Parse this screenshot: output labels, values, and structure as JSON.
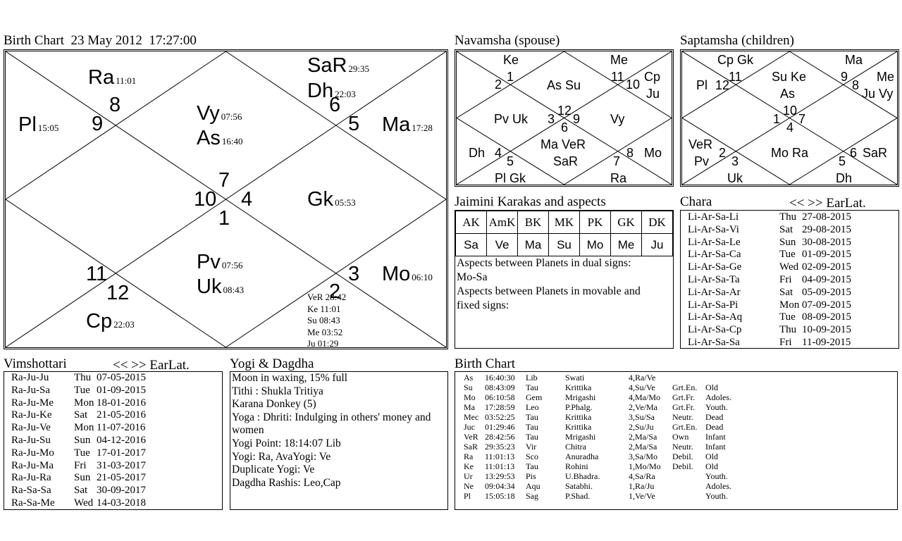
{
  "birth_chart": {
    "title": "Birth Chart  23 May 2012  17:27:00",
    "planets": {
      "ra": {
        "name": "Ra",
        "deg": "11:01"
      },
      "sar": {
        "name": "SaR",
        "deg": "29:35"
      },
      "dh": {
        "name": "Dh",
        "deg": "22:03"
      },
      "pl": {
        "name": "Pl",
        "deg": "15:05"
      },
      "vy": {
        "name": "Vy",
        "deg": "07:56"
      },
      "as": {
        "name": "As",
        "deg": "16:40"
      },
      "ma": {
        "name": "Ma",
        "deg": "17:28"
      },
      "gk": {
        "name": "Gk",
        "deg": "05:53"
      },
      "pv": {
        "name": "Pv",
        "deg": "07:56"
      },
      "uk": {
        "name": "Uk",
        "deg": "08:43"
      },
      "mo": {
        "name": "Mo",
        "deg": "06:10"
      },
      "cp": {
        "name": "Cp",
        "deg": "22:03"
      }
    },
    "houses": [
      "8",
      "9",
      "6",
      "5",
      "7",
      "10",
      "4",
      "1",
      "11",
      "12",
      "3",
      "2"
    ],
    "small_list": [
      "VeR 28:42",
      "Ke 11:01",
      "Su 08:43",
      "Me 03:52",
      "Ju 01:29"
    ]
  },
  "navamsha": {
    "title": "Navamsha (spouse)",
    "labels": [
      "Ke",
      "Me",
      "1",
      "2",
      "11",
      "10",
      "Cp",
      "Ju",
      "As Su",
      "Pv Uk",
      "12",
      "3",
      "9",
      "6",
      "Vy",
      "Ma VeR",
      "SaR",
      "Dh",
      "4",
      "5",
      "7",
      "8",
      "Mo",
      "Pl Gk",
      "Ra"
    ]
  },
  "saptamsha": {
    "title": "Saptamsha (children)",
    "labels": [
      "Cp Gk",
      "Ma",
      "11",
      "Pl",
      "12",
      "Su Ke",
      "As",
      "9",
      "8",
      "Me",
      "Ju Vy",
      "10",
      "1",
      "7",
      "4",
      "VeR",
      "Pv",
      "2",
      "3",
      "Mo Ra",
      "5",
      "6",
      "SaR",
      "Uk",
      "Dh"
    ]
  },
  "jaimini": {
    "title": "Jaimini Karakas and aspects",
    "headers": [
      "AK",
      "AmK",
      "BK",
      "MK",
      "PK",
      "GK",
      "DK"
    ],
    "values": [
      "Sa",
      "Ve",
      "Ma",
      "Su",
      "Mo",
      "Me",
      "Ju"
    ],
    "aspects": [
      "Aspects between Planets in dual signs:",
      "Mo-Sa",
      "Aspects between Planets in movable and",
      "fixed signs:"
    ]
  },
  "chara": {
    "title": "Chara",
    "nav": "<< >> EarLat.",
    "rows": [
      [
        "Li-Ar-Sa-Li",
        "Thu",
        "27-08-2015"
      ],
      [
        "Li-Ar-Sa-Vi",
        "Sat",
        "29-08-2015"
      ],
      [
        "Li-Ar-Sa-Le",
        "Sun",
        "30-08-2015"
      ],
      [
        "Li-Ar-Sa-Ca",
        "Tue",
        "01-09-2015"
      ],
      [
        "Li-Ar-Sa-Ge",
        "Wed",
        "02-09-2015"
      ],
      [
        "Li-Ar-Sa-Ta",
        "Fri",
        "04-09-2015"
      ],
      [
        "Li-Ar-Sa-Ar",
        "Sat",
        "05-09-2015"
      ],
      [
        "Li-Ar-Sa-Pi",
        "Mon",
        "07-09-2015"
      ],
      [
        "Li-Ar-Sa-Aq",
        "Tue",
        "08-09-2015"
      ],
      [
        "Li-Ar-Sa-Cp",
        "Thu",
        "10-09-2015"
      ],
      [
        "Li-Ar-Sa-Sa",
        "Fri",
        "11-09-2015"
      ]
    ]
  },
  "vimshottari": {
    "title": "Vimshottari",
    "nav": "<< >> EarLat.",
    "rows": [
      [
        "Ra-Ju-Ju",
        "Thu",
        "07-05-2015"
      ],
      [
        "Ra-Ju-Sa",
        "Tue",
        "01-09-2015"
      ],
      [
        "Ra-Ju-Me",
        "Mon",
        "18-01-2016"
      ],
      [
        "Ra-Ju-Ke",
        "Sat",
        "21-05-2016"
      ],
      [
        "Ra-Ju-Ve",
        "Mon",
        "11-07-2016"
      ],
      [
        "Ra-Ju-Su",
        "Sun",
        "04-12-2016"
      ],
      [
        "Ra-Ju-Mo",
        "Tue",
        "17-01-2017"
      ],
      [
        "Ra-Ju-Ma",
        "Fri",
        "31-03-2017"
      ],
      [
        "Ra-Ju-Ra",
        "Sun",
        "21-05-2017"
      ],
      [
        "Ra-Sa-Sa",
        "Sat",
        "30-09-2017"
      ],
      [
        "Ra-Sa-Me",
        "Wed",
        "14-03-2018"
      ]
    ]
  },
  "yogi": {
    "title": "Yogi & Dagdha",
    "lines": [
      "Moon in waxing, 15% full",
      "Tithi : Shukla  Tritiya",
      "Karana Donkey (5)",
      "Yoga : Dhriti: Indulging in others' money and women",
      "Yogi Point: 18:14:07 Lib",
      "Yogi: Ra, AvaYogi: Ve",
      "Duplicate Yogi: Ve",
      "Dagdha Rashis: Leo,Cap"
    ]
  },
  "birth_table": {
    "title": "Birth Chart",
    "rows": [
      [
        "As",
        "16:40:30",
        "Lib",
        "Swati",
        "4,Ra/Ve",
        "",
        ""
      ],
      [
        "Su",
        "08:43:09",
        "Tau",
        "Krittika",
        "4,Su/Ve",
        "Grt.En.",
        "Old"
      ],
      [
        "Mo",
        "06:10:58",
        "Gem",
        "Mrigashi",
        "4,Ma/Mo",
        "Grt.Fr.",
        "Adoles."
      ],
      [
        "Ma",
        "17:28:59",
        "Leo",
        "P.Phalg.",
        "2,Ve/Ma",
        "Grt.Fr.",
        "Youth."
      ],
      [
        "Mec",
        "03:52:25",
        "Tau",
        "Krittika",
        "3,Su/Sa",
        "Neutr.",
        "Dead"
      ],
      [
        "Juc",
        "01:29:46",
        "Tau",
        "Krittika",
        "2,Su/Ju",
        "Grt.En.",
        "Dead"
      ],
      [
        "VeR",
        "28:42:56",
        "Tau",
        "Mrigashi",
        "2,Ma/Sa",
        "Own",
        "Infant"
      ],
      [
        "SaR",
        "29:35:23",
        "Vir",
        "Chitra",
        "2,Ma/Sa",
        "Neutr.",
        "Infant"
      ],
      [
        "Ra",
        "11:01:13",
        "Sco",
        "Anuradha",
        "3,Sa/Mo",
        "Debil.",
        "Old"
      ],
      [
        "Ke",
        "11:01:13",
        "Tau",
        "Rohini",
        "1,Mo/Mo",
        "Debil.",
        "Old"
      ],
      [
        "Ur",
        "13:29:53",
        "Pis",
        "U.Bhadra.",
        "4,Sa/Ra",
        "",
        "Youth."
      ],
      [
        "Ne",
        "09:04:34",
        "Aqu",
        "Satabhi.",
        "1,Ra/Ju",
        "",
        "Adoles."
      ],
      [
        "Pl",
        "15:05:18",
        "Sag",
        "P.Shad.",
        "1,Ve/Ve",
        "",
        "Youth."
      ]
    ]
  }
}
